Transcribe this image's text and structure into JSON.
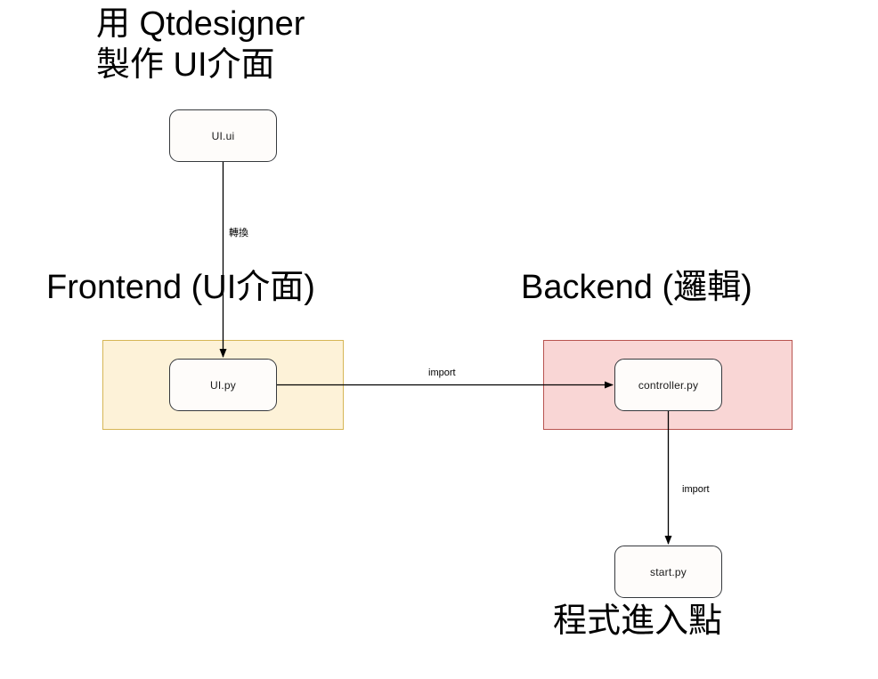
{
  "diagram": {
    "title_lines": [
      "用 Qtdesigner",
      "製作 UI介面"
    ],
    "headings": {
      "frontend": "Frontend (UI介面)",
      "backend": "Backend (邏輯)",
      "entry_point_caption": "程式進入點"
    },
    "groups": [
      {
        "id": "frontend",
        "label": "Frontend (UI介面)",
        "fill": "#fdf2d8",
        "stroke": "#d6b656"
      },
      {
        "id": "backend",
        "label": "Backend (邏輯)",
        "fill": "#f9d6d5",
        "stroke": "#b85450"
      }
    ],
    "nodes": [
      {
        "id": "ui-ui",
        "label": "UI.ui",
        "fill": "#fefcfa",
        "stroke": "#36393d"
      },
      {
        "id": "ui-py",
        "label": "UI.py",
        "fill": "#fefcfa",
        "stroke": "#36393d"
      },
      {
        "id": "controller",
        "label": "controller.py",
        "fill": "#fefcfa",
        "stroke": "#36393d"
      },
      {
        "id": "start",
        "label": "start.py",
        "fill": "#fefcfa",
        "stroke": "#36393d"
      }
    ],
    "edges": [
      {
        "id": "edge-convert",
        "from": "ui-ui",
        "to": "ui-py",
        "label": "轉換",
        "direction": "down"
      },
      {
        "id": "edge-import-1",
        "from": "ui-py",
        "to": "controller",
        "label": "import",
        "direction": "right"
      },
      {
        "id": "edge-import-2",
        "from": "controller",
        "to": "start",
        "label": "import",
        "direction": "down"
      }
    ],
    "colors": {
      "background": "#ffffff",
      "edge_stroke": "#000000",
      "node_fill": "#fefcfa",
      "node_stroke": "#36393d",
      "frontend_fill": "#fdf2d8",
      "frontend_stroke": "#d6b656",
      "backend_fill": "#f9d6d5",
      "backend_stroke": "#b85450",
      "text": "#000000"
    }
  }
}
